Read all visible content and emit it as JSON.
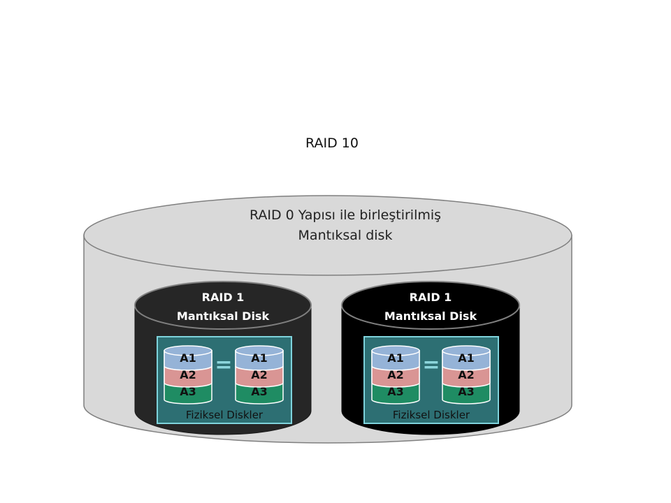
{
  "title": "RAID 10",
  "outer_disk": {
    "label_line1": "RAID 0 Yapısı ile birleştirilmiş",
    "label_line2": "Mantıksal disk"
  },
  "raid1_disks": [
    {
      "label_line1": "RAID 1",
      "label_line2": "Mantıksal Disk",
      "physical_label": "Fiziksel Diskler",
      "equals": "=",
      "mini_disks": [
        {
          "blocks": [
            "A1",
            "A2",
            "A3"
          ]
        },
        {
          "blocks": [
            "A1",
            "A2",
            "A3"
          ]
        }
      ]
    },
    {
      "label_line1": "RAID 1",
      "label_line2": "Mantıksal Disk",
      "physical_label": "Fiziksel Diskler",
      "equals": "=",
      "mini_disks": [
        {
          "blocks": [
            "A1",
            "A2",
            "A3"
          ]
        },
        {
          "blocks": [
            "A1",
            "A2",
            "A3"
          ]
        }
      ]
    }
  ],
  "colors": {
    "outer_fill": "#d9d9d9",
    "outer_stroke": "#7f7f7f",
    "raid1_left_fill": "#262626",
    "raid1_right_fill": "#000000",
    "raid1_top_stroke": "#7f7f7f",
    "physical_box_fill": "#2d6f73",
    "physical_box_stroke": "#7fd3dc",
    "block_a1": "#95b3d7",
    "block_a2": "#d99594",
    "block_a3": "#1f8c63",
    "equals": "#8cd6dc"
  }
}
